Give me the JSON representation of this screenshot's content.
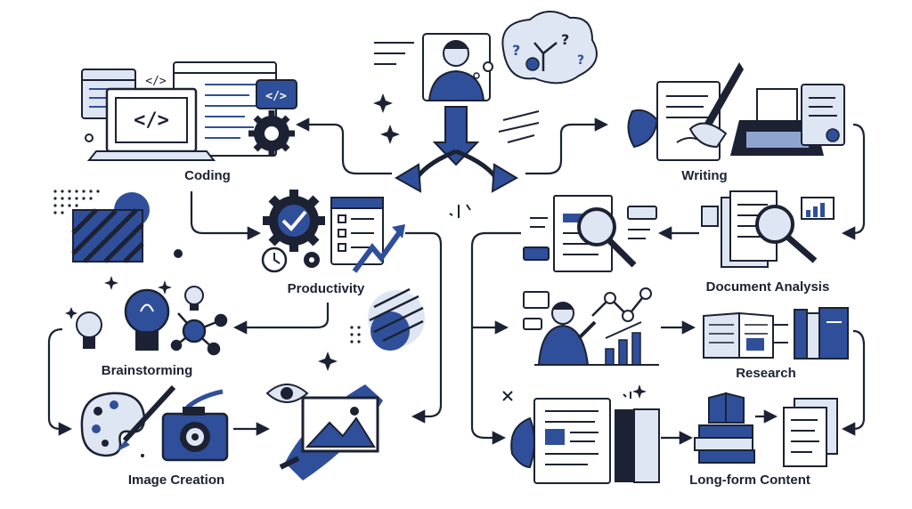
{
  "labels": {
    "coding": "Coding",
    "writing": "Writing",
    "productivity": "Productivity",
    "document_analysis": "Document Analysis",
    "brainstorming": "Brainstorming",
    "research": "Research",
    "image_creation": "Image Creation",
    "long_form_content": "Long-form Content"
  },
  "icons": {
    "coding": "code-laptop-icon",
    "writing": "typewriter-quill-icon",
    "productivity": "gear-checklist-icon",
    "document_analysis": "magnifier-document-icon",
    "brainstorming": "lightbulb-network-icon",
    "research": "open-book-icon",
    "image_creation": "palette-camera-icon",
    "long_form_content": "scroll-books-icon",
    "center": "person-thinking-icon"
  },
  "glyphs": {
    "code": "</>",
    "question": "?",
    "check": "✔"
  },
  "colors": {
    "accent": "#2f4f9a",
    "dark": "#1c2233",
    "light": "#dfe6f3",
    "mid": "#8fa4cf"
  }
}
